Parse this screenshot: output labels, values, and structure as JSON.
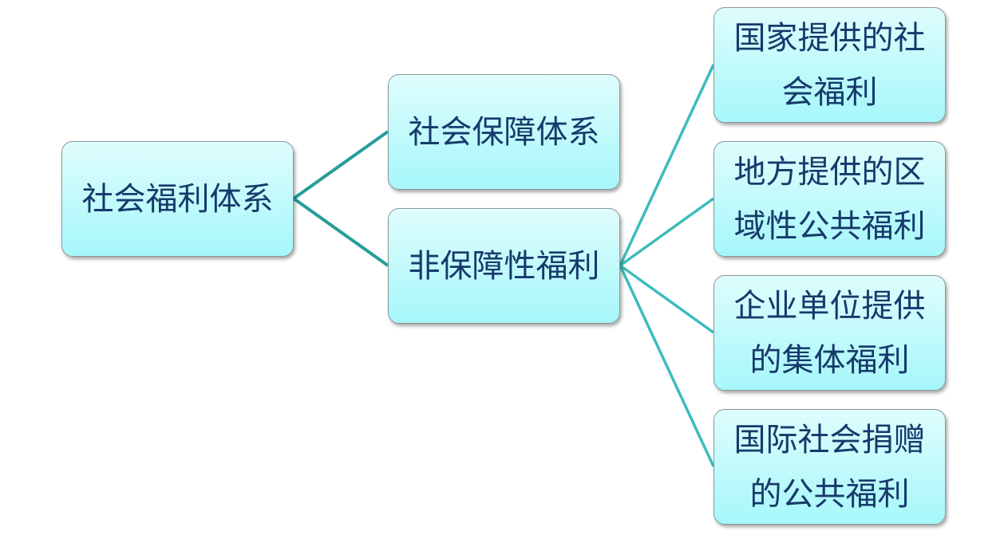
{
  "root": {
    "label": "社会福利体系"
  },
  "level1": [
    {
      "label": "社会保障体系"
    },
    {
      "label": "非保障性福利"
    }
  ],
  "level2": [
    {
      "label": "国家提供的社会福利"
    },
    {
      "label": "地方提供的区域性公共福利"
    },
    {
      "label": "企业单位提供的集体福利"
    },
    {
      "label": "国际社会捐赠的公共福利"
    }
  ],
  "colors": {
    "link1": "#279d9a",
    "link2": "#3dbcbc",
    "text": "#163a6b"
  }
}
